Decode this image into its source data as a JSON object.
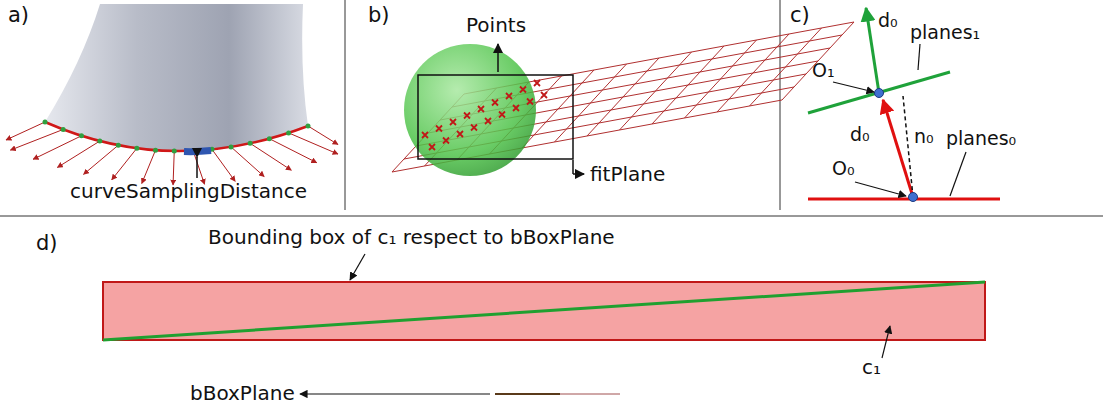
{
  "diagram": {
    "labels": [
      "a)",
      "curveSamplingDistance",
      "b)",
      "Points",
      "fitPlane",
      "c)",
      "d₀",
      "planes₁",
      "O₁",
      "d₀",
      "n₀",
      "O₀",
      "planes₀",
      "d)",
      "Bounding box of c₁ respect to bBoxPlane",
      "c₁",
      "bBoxPlane"
    ]
  }
}
